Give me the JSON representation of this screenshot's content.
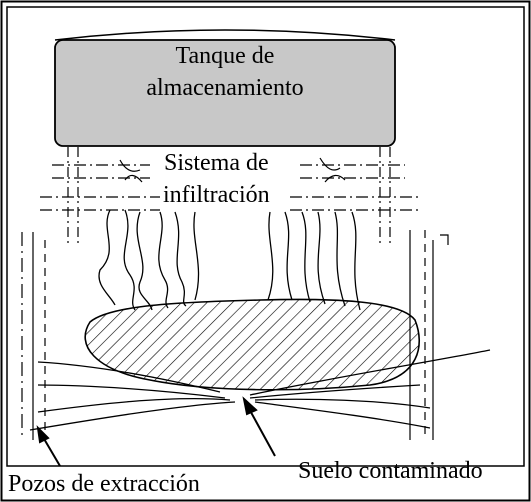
{
  "tank": {
    "line1": "Tanque de",
    "line2": "almacenamiento"
  },
  "infiltration": {
    "line1": "Sistema de",
    "line2": "infiltración"
  },
  "labels": {
    "wells": "Pozos de extracción",
    "soil": "Suelo contaminado"
  },
  "colors": {
    "tank_fill": "#c8c8c8",
    "line": "#000000",
    "background": "#ffffff"
  },
  "icons": {
    "arrow": "arrow-icon",
    "hatch": "diagonal-hatch-pattern"
  }
}
